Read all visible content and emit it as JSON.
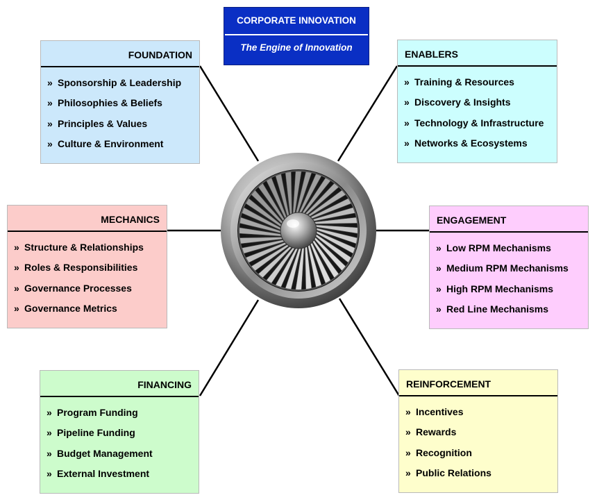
{
  "title": {
    "main": "CORPORATE INNOVATION",
    "subtitle": "The Engine of Innovation",
    "background": "#0a2fc4"
  },
  "bullet_symbol": "»",
  "panels": {
    "foundation": {
      "heading": "FOUNDATION",
      "background": "#cce8fb",
      "items": [
        "Sponsorship & Leadership",
        "Philosophies & Beliefs",
        "Principles & Values",
        "Culture & Environment"
      ]
    },
    "enablers": {
      "heading": "ENABLERS",
      "background": "#ccfefe",
      "items": [
        "Training & Resources",
        "Discovery & Insights",
        "Technology & Infrastructure",
        "Networks & Ecosystems"
      ]
    },
    "mechanics": {
      "heading": "MECHANICS",
      "background": "#fcccca",
      "items": [
        "Structure & Relationships",
        "Roles & Responsibilities",
        "Governance Processes",
        "Governance Metrics"
      ]
    },
    "engagement": {
      "heading": "ENGAGEMENT",
      "background": "#fecdfd",
      "items": [
        "Low RPM Mechanisms",
        "Medium RPM Mechanisms",
        "High RPM Mechanisms",
        "Red Line Mechanisms"
      ]
    },
    "financing": {
      "heading": "FINANCING",
      "background": "#cdfccc",
      "items": [
        "Program Funding",
        "Pipeline Funding",
        "Budget Management",
        "External Investment"
      ]
    },
    "reinforcement": {
      "heading": "REINFORCEMENT",
      "background": "#fefecc",
      "items": [
        "Incentives",
        "Rewards",
        "Recognition",
        "Public Relations"
      ]
    }
  },
  "center_graphic": "jet-engine-icon"
}
